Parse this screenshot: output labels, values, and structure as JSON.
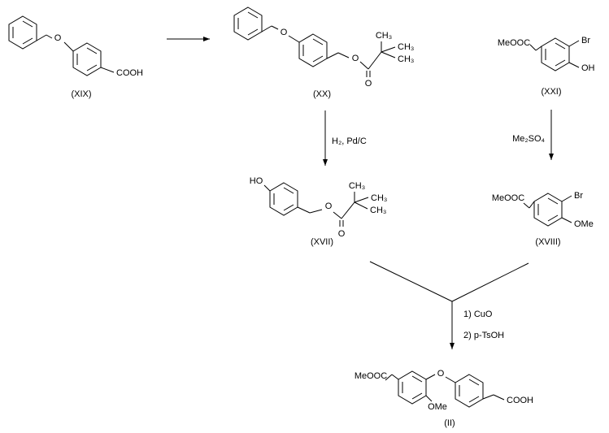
{
  "colors": {
    "background": "#ffffff",
    "ink": "#000000"
  },
  "scheme": {
    "compounds": {
      "xix": {
        "label": "(XIX)",
        "atoms": {
          "benzyl_o": "O",
          "acid": "COOH"
        }
      },
      "xx": {
        "label": "(XX)",
        "atoms": {
          "benzyl_o": "O",
          "ester_o": "O",
          "carbonyl_o": "O",
          "methyl_1": "CH₃",
          "methyl_2": "CH₃",
          "methyl_3": "CH₃"
        }
      },
      "xxi": {
        "label": "(XXI)",
        "atoms": {
          "ester": "MeOOC",
          "bromide": "Br",
          "hydroxyl": "OH"
        }
      },
      "xvii": {
        "label": "(XVII)",
        "atoms": {
          "hydroxyl": "HO",
          "ester_o": "O",
          "carbonyl_o": "O",
          "methyl_1": "CH₃",
          "methyl_2": "CH₃",
          "methyl_3": "CH₃"
        }
      },
      "xviii": {
        "label": "(XVIII)",
        "atoms": {
          "ester": "MeOOC",
          "bromide": "Br",
          "methoxy": "OMe"
        }
      },
      "ii": {
        "label": "(II)",
        "atoms": {
          "ester": "MeOOC",
          "ether_o": "O",
          "methoxy": "OMe",
          "acid": "COOH"
        }
      }
    },
    "reactions": {
      "hydrogenolysis": {
        "conditions": "H₂, Pd/C"
      },
      "methylation": {
        "conditions": "Me₂SO₄"
      },
      "coupling": {
        "condition_1": "1) CuO",
        "condition_2": "2) p-TsOH"
      }
    }
  }
}
